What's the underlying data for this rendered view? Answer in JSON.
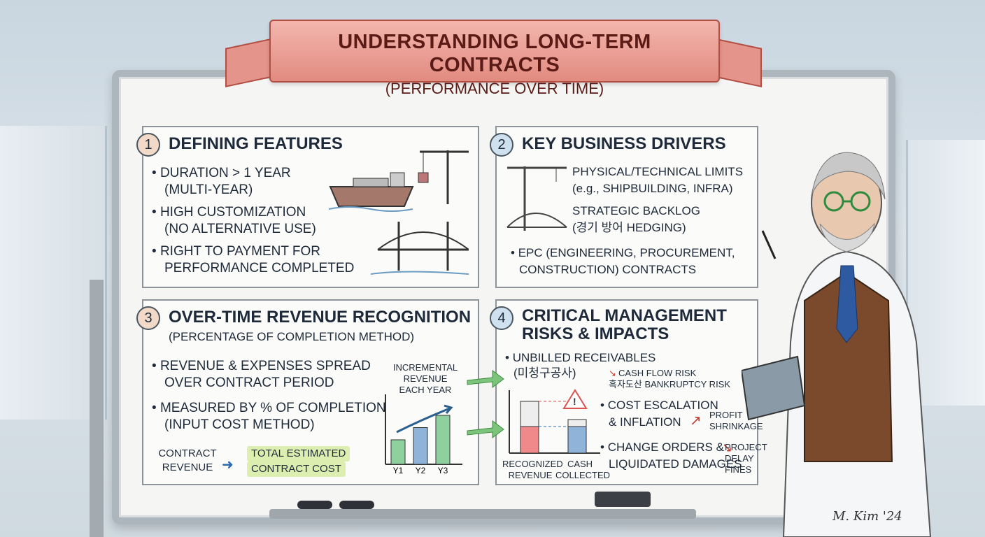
{
  "title": "UNDERSTANDING LONG-TERM CONTRACTS",
  "subtitle": "(PERFORMANCE OVER TIME)",
  "panel1": {
    "number": "1",
    "heading": "DEFINING FEATURES",
    "items": [
      {
        "line1": "DURATION > 1 YEAR",
        "line2": "(MULTI-YEAR)"
      },
      {
        "line1": "HIGH CUSTOMIZATION",
        "line2": "(NO ALTERNATIVE USE)"
      },
      {
        "line1": "RIGHT TO PAYMENT FOR",
        "line2": "PERFORMANCE COMPLETED"
      }
    ]
  },
  "panel2": {
    "number": "2",
    "heading": "KEY BUSINESS DRIVERS",
    "items": [
      {
        "line1": "PHYSICAL/TECHNICAL LIMITS",
        "line2": "(e.g., SHIPBUILDING, INFRA)"
      },
      {
        "line1": "STRATEGIC BACKLOG",
        "line2": "(경기 방어 HEDGING)"
      },
      {
        "line1": "EPC (ENGINEERING, PROCUREMENT,",
        "line2": "CONSTRUCTION) CONTRACTS"
      }
    ]
  },
  "panel3": {
    "number": "3",
    "heading": "OVER-TIME REVENUE RECOGNITION",
    "subheading": "(PERCENTAGE OF COMPLETION METHOD)",
    "items": [
      {
        "line1": "REVENUE & EXPENSES SPREAD",
        "line2": "OVER CONTRACT PERIOD"
      },
      {
        "line1": "MEASURED BY % OF COMPLETION",
        "line2": "(INPUT COST METHOD)"
      }
    ],
    "formula_left_1": "CONTRACT",
    "formula_left_2": "REVENUE",
    "formula_right_1": "TOTAL ESTIMATED",
    "formula_right_2": "CONTRACT COST",
    "chart_label_1": "INCREMENTAL",
    "chart_label_2": "REVENUE",
    "chart_label_3": "EACH YEAR",
    "bars": [
      {
        "label": "Y1",
        "value": 1
      },
      {
        "label": "Y2",
        "value": 1.5
      },
      {
        "label": "Y3",
        "value": 2
      }
    ]
  },
  "panel4": {
    "number": "4",
    "heading_1": "CRITICAL MANAGEMENT",
    "heading_2": "RISKS & IMPACTS",
    "unbilled_1": "UNBILLED RECEIVABLES",
    "unbilled_2": "(미청구공사)",
    "cash_flow": "CASH FLOW RISK",
    "bankruptcy": "흑자도산 BANKRUPTCY RISK",
    "cost_1": "COST ESCALATION",
    "cost_2": "& INFLATION",
    "profit_1": "PROFIT",
    "profit_2": "SHRINKAGE",
    "change_1": "CHANGE ORDERS &",
    "change_2": "LIQUIDATED DAMAGES",
    "delay_1": "PROJECT",
    "delay_2": "DELAY",
    "delay_3": "FINES",
    "recognized_1": "RECOGNIZED",
    "recognized_2": "REVENUE",
    "cash_1": "CASH",
    "cash_2": "COLLECTED",
    "warning_glyph": "!"
  },
  "signature": "M. Kim '24",
  "colors": {
    "ribbon": "#e28b80",
    "arrow_green": "#5cb85c",
    "arrow_red": "#d9534f",
    "bar_green": "#8fd19e",
    "bar_blue": "#8fb3d9",
    "bar_red": "#f08a8a"
  }
}
